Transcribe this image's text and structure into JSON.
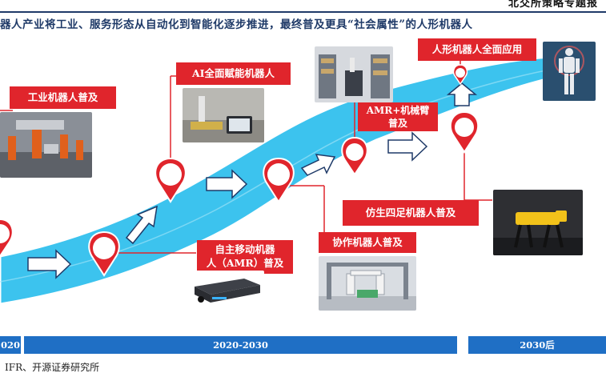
{
  "header": {
    "right_text": "北交所策略专题报"
  },
  "title": "器人产业将工业、服务形态从自动化到智能化逐步推进，最终普及更具“社会属性”的人形机器人",
  "stages": {
    "industrial": "工业机器人普及",
    "ai": "AI全面赋能机器人",
    "amr": "自主移动机器\n人（AMR）普及",
    "amr_arm": "AMR+机械臂\n普及",
    "cobot": "协作机器人普及",
    "quadruped": "仿生四足机器人普及",
    "humanoid": "人形机器人全面应用"
  },
  "timeline": {
    "left": "020",
    "mid": "2020-2030",
    "right": "2030后"
  },
  "source": "IFR、开源证券研究所",
  "colors": {
    "red": "#e0252c",
    "road": "#3cc3ee",
    "road_edge": "#ffffff",
    "navy": "#1f3a68",
    "bar": "#1f6fc5"
  }
}
